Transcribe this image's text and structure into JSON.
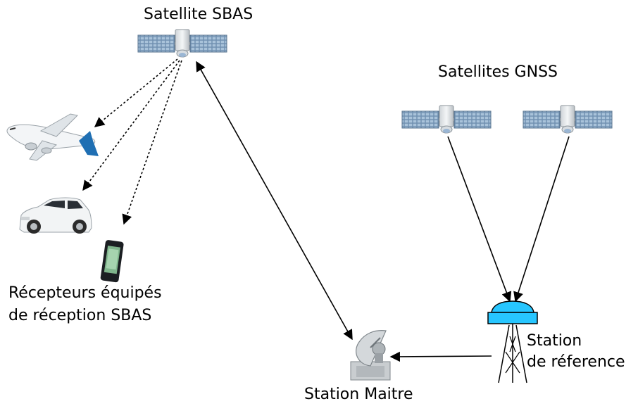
{
  "labels": {
    "satellite_sbas": "Satellite SBAS",
    "satellites_gnss": "Satellites GNSS",
    "receivers_line1": "Récepteurs équipés",
    "receivers_line2": "de réception SBAS",
    "reference_line1": "Station",
    "reference_line2": "de réference",
    "master_station": "Station Maitre"
  },
  "icons": {
    "sbas_satellite": "satellite-icon",
    "gnss_satellite": "satellite-icon",
    "airplane": "airplane-icon",
    "car": "car-icon",
    "phone": "handheld-receiver-icon",
    "dish": "satellite-dish-icon",
    "reference_antenna": "antenna-tower-icon"
  },
  "colors": {
    "panel": "#7f9fbf",
    "antenna": "#27c6ff",
    "line": "#000000"
  }
}
